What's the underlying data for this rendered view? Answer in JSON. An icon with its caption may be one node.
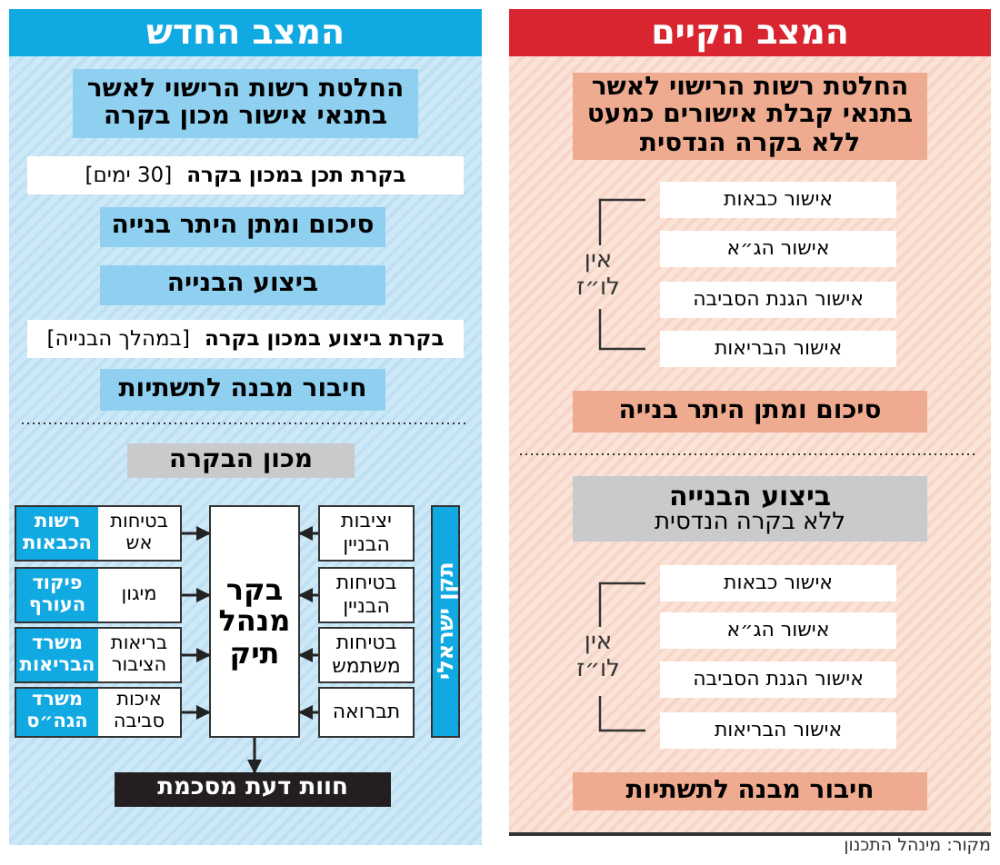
{
  "diagram": {
    "nodes": [
      {
        "text": [
          "המצב החדש"
        ]
      },
      {
        "text": [
          "החלטת רשות הרישוי לאשר בתנאי אישור מכון בקרה"
        ],
        "in": 0
      },
      {
        "text": [
          "בקרת תכן במכון בקרה",
          "[30 ימים]"
        ],
        "in": 0
      },
      {
        "text": [
          "סיכום ומתן היתר בנייה"
        ],
        "in": 0
      },
      {
        "text": [
          "ביצוע הבנייה"
        ],
        "in": 0
      },
      {
        "text": [
          "בקרת ביצוע במכון בקרה",
          "[במהלך הבנייה]"
        ],
        "in": 0
      },
      {
        "text": [
          "חיבור מבנה לתשתיות"
        ],
        "in": 0
      },
      {
        "text": [
          "מכון הבקרה"
        ],
        "in": 0
      },
      {
        "text": [
          "תקן ישראלי"
        ],
        "in": 0
      },
      {
        "text": [
          "יציבות הבניין"
        ],
        "in": 0
      },
      {
        "text": [
          "בטיחות הבניין"
        ],
        "in": 0
      },
      {
        "text": [
          "בטיחות משתמש"
        ],
        "in": 0
      },
      {
        "text": [
          "תברואה"
        ],
        "in": 0
      },
      {
        "text": [
          "בקר מנהל תיק"
        ],
        "in": 0
      },
      {
        "text": [
          "בטיחות אש",
          "רשות הכבאות"
        ],
        "in": 0
      },
      {
        "text": [
          "מיגון",
          "פיקוד העורף"
        ],
        "in": 0
      },
      {
        "text": [
          "בריאות הציבור",
          "משרד הבריאות"
        ],
        "in": 0
      },
      {
        "text": [
          "איכות סביבה",
          "משרד הגה״ס"
        ],
        "in": 0
      },
      {
        "text": [
          "חוות דעת מסכמת"
        ],
        "in": 0
      },
      {
        "text": [
          "המצב הקיים"
        ]
      },
      {
        "text": [
          "החלטת רשות הרישוי לאשר בתנאי קבלת אישורים כמעט ללא בקרה הנדסית"
        ],
        "in": 19
      },
      {
        "text": [
          "אישור כבאות"
        ],
        "in": 19
      },
      {
        "text": [
          "אישור הג״א"
        ],
        "in": 19
      },
      {
        "text": [
          "אישור הגנת הסביבה"
        ],
        "in": 19
      },
      {
        "text": [
          "אישור הבריאות"
        ],
        "in": 19
      },
      {
        "text": [
          "סיכום ומתן היתר בנייה"
        ],
        "in": 19
      },
      {
        "text": [
          "ביצוע הבנייה",
          "ללא בקרה הנדסית"
        ],
        "in": 19
      },
      {
        "text": [
          "אישור כבאות"
        ],
        "in": 19
      },
      {
        "text": [
          "אישור הג״א"
        ],
        "in": 19
      },
      {
        "text": [
          "אישור הגנת הסביבה"
        ],
        "in": 19
      },
      {
        "text": [
          "אישור הבריאות"
        ],
        "in": 19
      },
      {
        "text": [
          "חיבור מבנה לתשתיות"
        ],
        "in": 19
      }
    ],
    "edges": [
      {
        "from": 9,
        "to": 13,
        "arrow": "to"
      },
      {
        "from": 10,
        "to": 13,
        "arrow": "to"
      },
      {
        "from": 11,
        "to": 13,
        "arrow": "to"
      },
      {
        "from": 12,
        "to": 13,
        "arrow": "to"
      },
      {
        "from": 14,
        "to": 13,
        "arrow": "to"
      },
      {
        "from": 15,
        "to": 13,
        "arrow": "to"
      },
      {
        "from": 16,
        "to": 13,
        "arrow": "to"
      },
      {
        "from": 17,
        "to": 13,
        "arrow": "to"
      },
      {
        "from": 13,
        "to": 18,
        "arrow": "to"
      }
    ],
    "labels": [
      "אין לו״ז",
      "אין לו״ז",
      "מקור: מינהל התכנון"
    ]
  }
}
